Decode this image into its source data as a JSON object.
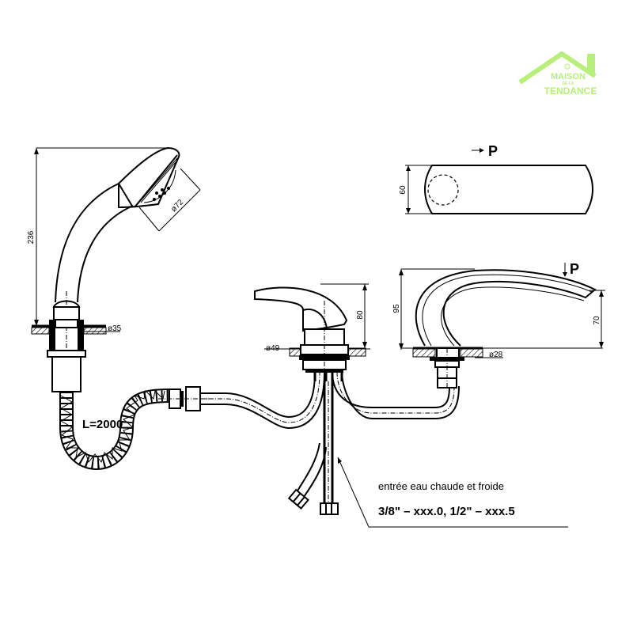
{
  "logo": {
    "line1": "MAISON",
    "line2": "DE LA",
    "line3": "TENDANCE",
    "color": "#b7ef7a"
  },
  "hand_shower": {
    "height_dim": "236",
    "head_diameter": "ø72",
    "base_diameter": "ø35"
  },
  "hose": {
    "length_label": "L=2000"
  },
  "lever_top_view": {
    "direction_label": "P",
    "width_dim": "60"
  },
  "mixer": {
    "height_dim": "80",
    "base_diameter": "ø49"
  },
  "spout": {
    "direction_label": "P",
    "height_dim": "95",
    "outlet_height_dim": "70",
    "base_diameter": "ø28"
  },
  "inlet_note": {
    "title": "entrée eau chaude et froide",
    "spec": "3/8\" – xxx.0,  1/2\" – xxx.5"
  }
}
